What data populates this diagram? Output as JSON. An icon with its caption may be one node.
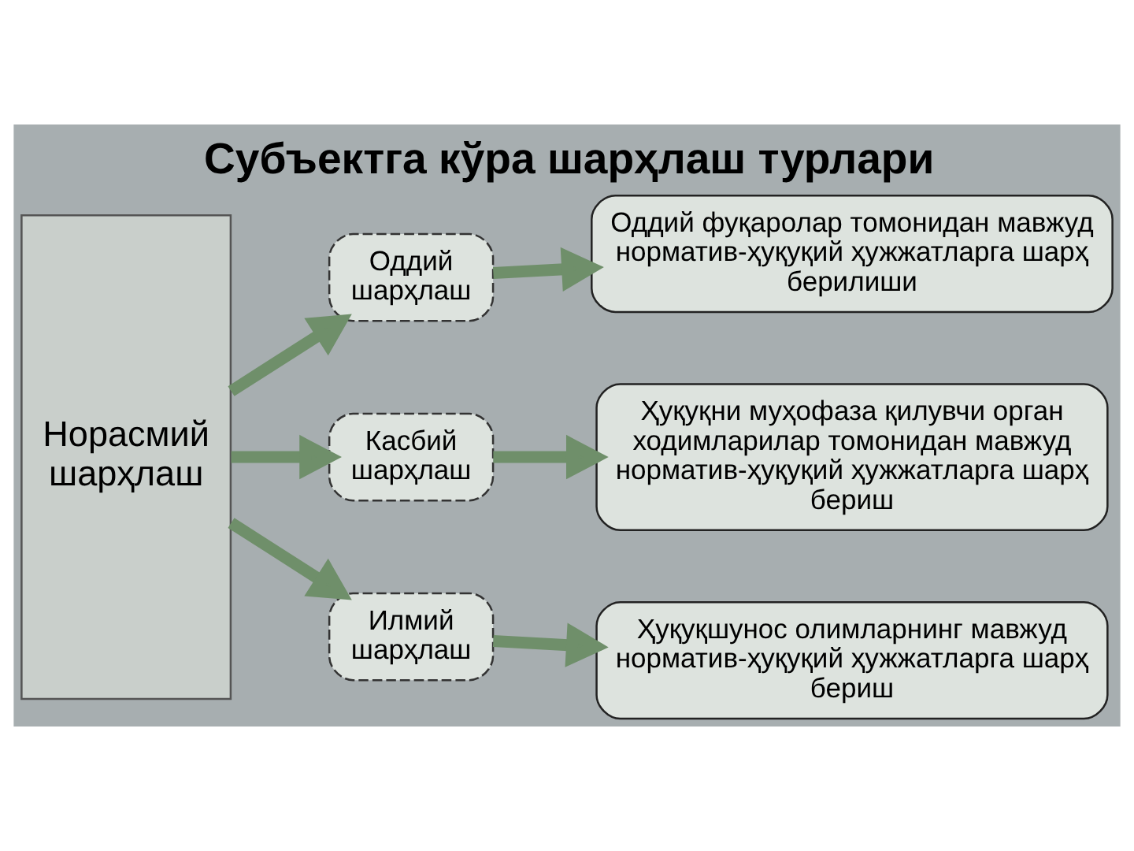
{
  "diagram": {
    "title": "Субъектга кўра шарҳлаш турлари",
    "nodes": [
      {
        "text": [
          "Норасмий шарҳлаш"
        ]
      },
      {
        "text": [
          "Оддий шарҳлаш"
        ]
      },
      {
        "text": [
          "Касбий шарҳлаш"
        ]
      },
      {
        "text": [
          "Илмий шарҳлаш"
        ]
      },
      {
        "text": [
          "Оддий фуқаролар томонидан мавжуд норматив-ҳуқуқий ҳужжатларга шарҳ берилиши"
        ]
      },
      {
        "text": [
          "Ҳуқуқни муҳофаза қилувчи орган ходимларилар томонидан мавжуд норматив-ҳуқуқий ҳужжатларга шарҳ бериш"
        ]
      },
      {
        "text": [
          "Ҳуқуқшунос олимларнинг мавжуд норматив-ҳуқуқий ҳужжатларга шарҳ бериш"
        ]
      }
    ],
    "edges": [
      {
        "from": 0,
        "to": 1,
        "arrow": "to"
      },
      {
        "from": 0,
        "to": 2,
        "arrow": "to"
      },
      {
        "from": 0,
        "to": 3,
        "arrow": "to"
      },
      {
        "from": 1,
        "to": 4,
        "arrow": "to"
      },
      {
        "from": 2,
        "to": 5,
        "arrow": "to"
      },
      {
        "from": 3,
        "to": 6,
        "arrow": "to"
      }
    ]
  }
}
